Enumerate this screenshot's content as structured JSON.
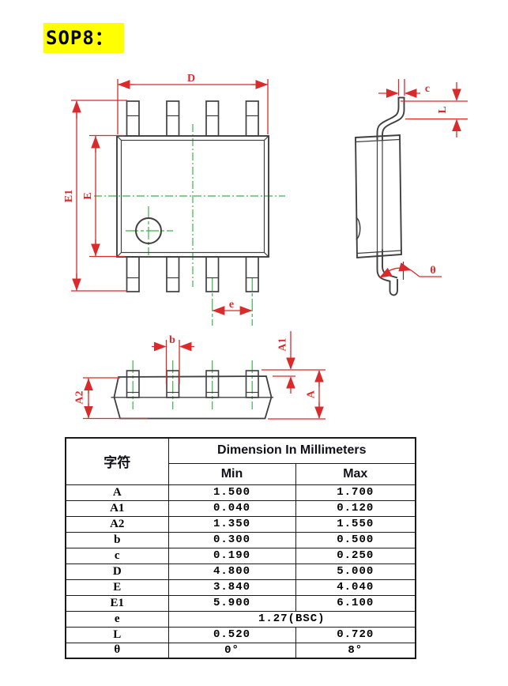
{
  "title": {
    "text": "SOP8：",
    "highlight_color": "#ffff00"
  },
  "drawing": {
    "colors": {
      "dimension_red": "#d92b2b",
      "centerline_green": "#3cb54a",
      "outline_gray": "#3f3f3f"
    },
    "labels": {
      "D": "D",
      "E1": "E1",
      "E": "E",
      "e": "e",
      "c": "c",
      "L": "L",
      "theta": "θ",
      "b": "b",
      "A1": "A1",
      "A": "A",
      "A2": "A2"
    }
  },
  "table": {
    "col_symbol_header": "字符",
    "dim_header": "Dimension In Millimeters",
    "min_header": "Min",
    "max_header": "Max",
    "rows": [
      {
        "symbol": "A",
        "min": "1.500",
        "max": "1.700"
      },
      {
        "symbol": "A1",
        "min": "0.040",
        "max": "0.120"
      },
      {
        "symbol": "A2",
        "min": "1.350",
        "max": "1.550"
      },
      {
        "symbol": "b",
        "min": "0.300",
        "max": "0.500"
      },
      {
        "symbol": "c",
        "min": "0.190",
        "max": "0.250"
      },
      {
        "symbol": "D",
        "min": "4.800",
        "max": "5.000"
      },
      {
        "symbol": "E",
        "min": "3.840",
        "max": "4.040"
      },
      {
        "symbol": "E1",
        "min": "5.900",
        "max": "6.100"
      },
      {
        "symbol": "e",
        "span": "1.27(BSC)"
      },
      {
        "symbol": "L",
        "min": "0.520",
        "max": "0.720"
      },
      {
        "symbol": "θ",
        "min": "0°",
        "max": "8°"
      }
    ]
  }
}
